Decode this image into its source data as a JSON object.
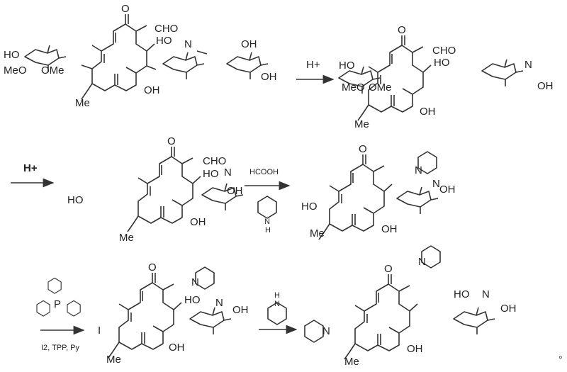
{
  "scheme": {
    "steps": [
      {
        "reagent_top": "H+",
        "reagent_bottom": ""
      },
      {
        "reagent_top": "H+",
        "reagent_bottom": ""
      },
      {
        "reagent_top": "HCOOH",
        "reagent_bottom": "",
        "structure": "piperidine"
      },
      {
        "reagent_top": "",
        "reagent_bottom": "I2, TPP, Py",
        "structure": "triphenylphosphine"
      },
      {
        "reagent_top": "",
        "reagent_bottom": "",
        "structure": "piperidine"
      }
    ],
    "atoms": {
      "O": "O",
      "OH": "OH",
      "HO": "HO",
      "CHO": "CHO",
      "N": "N",
      "MeO": "MeO",
      "OMe": "OMe",
      "Me": "Me",
      "I": "I",
      "P": "P",
      "H": "H"
    },
    "end_mark": "°"
  }
}
